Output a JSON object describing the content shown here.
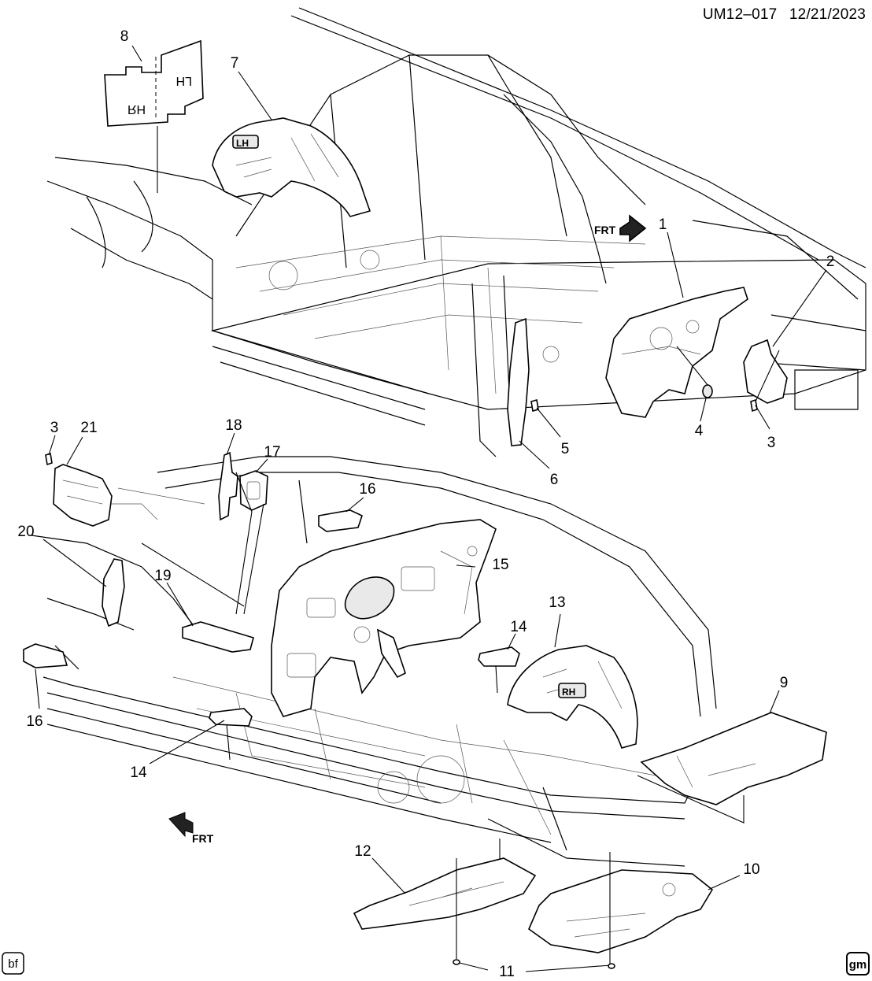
{
  "header": {
    "id": "UM12–017",
    "date": "12/21/2023"
  },
  "badges": {
    "left": "bf",
    "right": "gm"
  },
  "arrows": {
    "top": "FRT",
    "bottom": "FRT"
  },
  "parts": {
    "p1": "1",
    "p2": "2",
    "p3a": "3",
    "p3b": "3",
    "p4": "4",
    "p5": "5",
    "p6": "6",
    "p7": "7",
    "p8": "8",
    "p9": "9",
    "p10": "10",
    "p11": "11",
    "p12": "12",
    "p13": "13",
    "p14a": "14",
    "p14b": "14",
    "p15": "15",
    "p16a": "16",
    "p16b": "16",
    "p17": "17",
    "p18": "18",
    "p19": "19",
    "p20": "20",
    "p21": "21"
  },
  "part_labels": {
    "rh": "RH",
    "lh": "LH",
    "lh_fender": "LH",
    "rh_fender": "RH"
  }
}
